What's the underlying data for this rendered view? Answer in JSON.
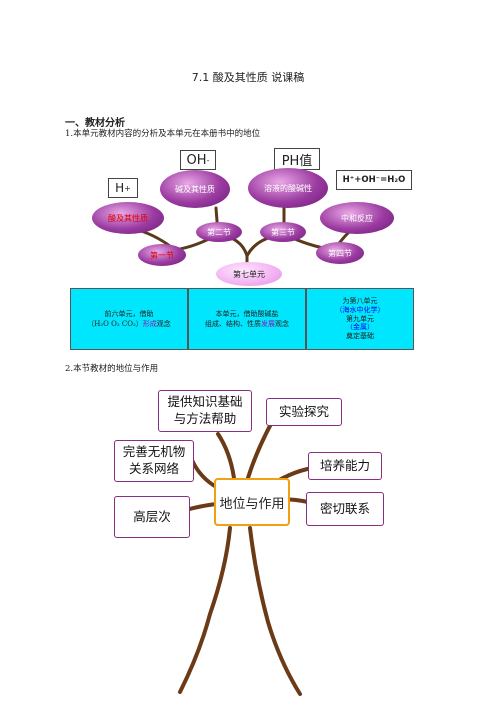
{
  "doc": {
    "title": "7.1 酸及其性质 说课稿",
    "section_heading": "一、教材分析",
    "sub1": "1.本单元教材内容的分析及本单元在本册书中的地位",
    "sub2": "2.本节教材的地位与作用"
  },
  "fig1": {
    "labels": {
      "oh": "OH",
      "oh_sup": "-",
      "ph": "PH值",
      "h": "H",
      "h_sup": "+",
      "eq": "H⁺+OH⁻=H₂O"
    },
    "ellipses": {
      "acid": "酸及其性质",
      "base": "碱及其性质",
      "solution": "溶液的酸碱性",
      "neutral": "中和反应",
      "s1": "第一节",
      "s2": "第二节",
      "s3": "第三节",
      "s4": "第四节",
      "unit": "第七单元"
    },
    "box_left": {
      "line1": "前六单元，借助",
      "line2_a": "（H₂O  O₂  CO₂）",
      "line2_b": "形成",
      "line2_c": "观念"
    },
    "box_mid": {
      "line1": "本单元，借助酸碱盐",
      "line2_a": "组成、结构、性质",
      "line2_b": "发展",
      "line2_c": "观念"
    },
    "box_right": {
      "line1": "为第八单元",
      "line2": "（海水中化学）",
      "line3": "第九单元",
      "line4": "（金属）",
      "line5": "奠定基础"
    }
  },
  "fig2": {
    "center": "地位与作用",
    "nodes": {
      "knowledge": "提供知识基础\n与方法帮助",
      "experiment": "实验探究",
      "network": "完善无机物\n关系网络",
      "ability": "培养能力",
      "level": "高层次",
      "relation": "密切联系"
    }
  }
}
